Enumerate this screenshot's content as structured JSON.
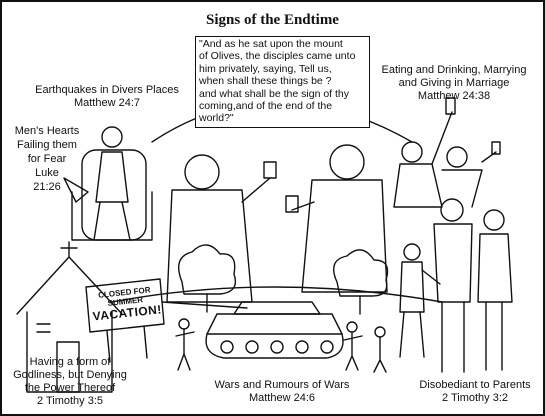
{
  "title": "Signs of the Endtime",
  "quote": {
    "lines": [
      "\"And as he sat upon the mount",
      "of Olives, the disciples came unto",
      "him privately, saying, Tell us,",
      "when shall these things be ?",
      "and what shall be the sign of thy",
      "coming,and of the end of the",
      "world?\""
    ]
  },
  "captions": {
    "earthquakes": [
      "Earthquakes in Divers Places",
      "Matthew 24:7"
    ],
    "hearts": [
      "Men's Hearts",
      "Failing them",
      "for Fear",
      "Luke",
      "21:26"
    ],
    "eating": [
      "Eating and Drinking, Marrying",
      "and Giving in Marriage",
      "Matthew 24:38"
    ],
    "godliness": [
      "Having a form of",
      "Godliness, but Denying",
      "the Power Thereof",
      "2 Timothy 3:5"
    ],
    "wars": [
      "Wars and Rumours of Wars",
      "Matthew 24:6"
    ],
    "disobedient": [
      "Disobediant to Parents",
      "2 Timothy 3:2"
    ]
  },
  "sign": {
    "line1": "CLOSED FOR",
    "line2": "SUMMER",
    "line3": "VACATION!"
  }
}
